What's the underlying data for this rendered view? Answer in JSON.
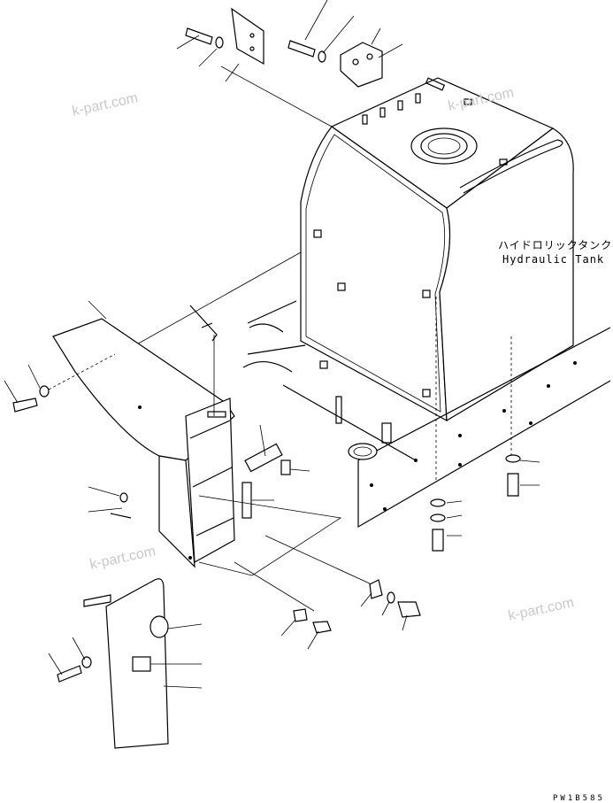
{
  "labels": {
    "tank_jp": "ハイドロリックタンク",
    "tank_en": "Hydraulic Tank",
    "drawing_code": "PW1B585"
  },
  "watermarks": [
    "k-part.com",
    "k-part.com",
    "k-part.com",
    "k-part.com"
  ]
}
